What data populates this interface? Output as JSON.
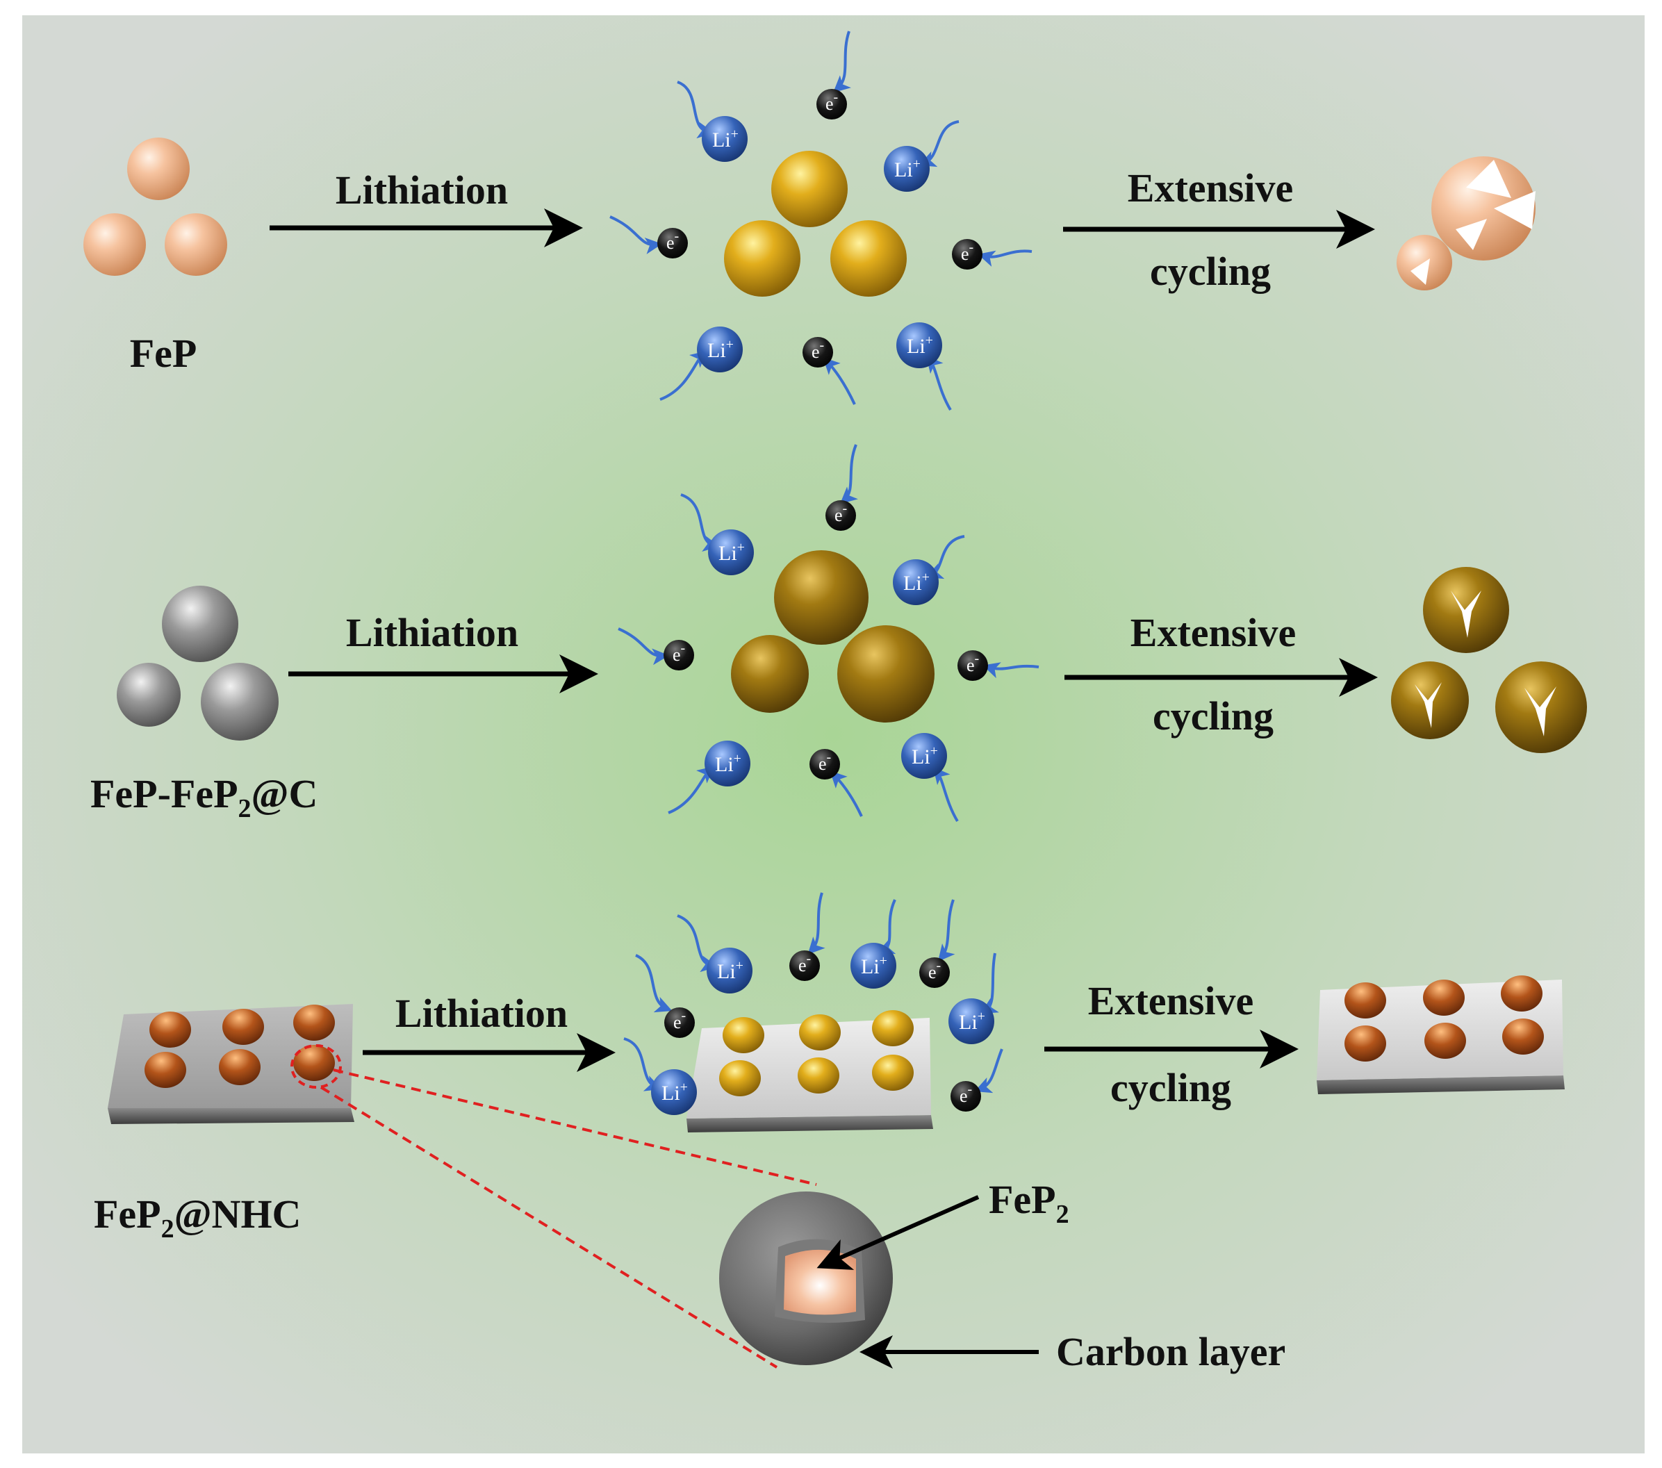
{
  "labels": {
    "fep": "FeP",
    "fep_fep2_c_main": "FeP-FeP",
    "fep_fep2_c_sub": "2",
    "fep_fep2_c_tail": "@C",
    "fep2_nhc_main": "FeP",
    "fep2_nhc_sub": "2",
    "fep2_nhc_tail": "@NHC",
    "lithiation": "Lithiation",
    "extensive": "Extensive",
    "cycling": "cycling",
    "core_main": "FeP",
    "core_sub": "2",
    "carbon_layer": "Carbon layer"
  },
  "ions": {
    "li": "Li",
    "li_sup": "+",
    "e": "e",
    "e_sup": "-"
  },
  "colors": {
    "fep_particle": "#f0b088",
    "gold_particle": "#d9a41a",
    "dark_gold_particle": "#9c7412",
    "gray_particle": "#8c8c8c",
    "li_ion": "#2f5fb0",
    "electron": "#111111",
    "arrow_blue": "#3a6fd0",
    "copper_dome": "#a84c10",
    "highlight_red": "#e02020"
  }
}
